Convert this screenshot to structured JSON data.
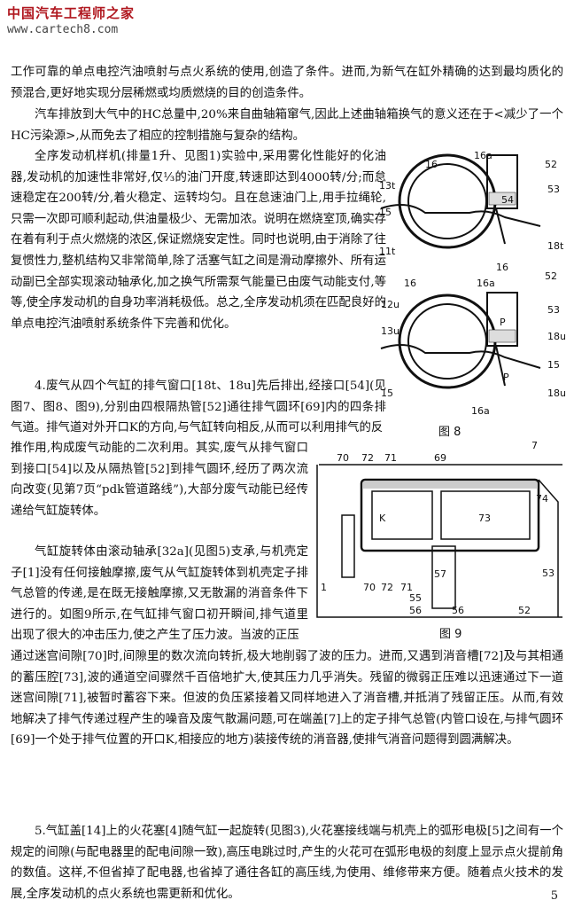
{
  "header": {
    "brand": "中国汽车工程师之家",
    "url": "www.cartech8.com"
  },
  "paragraphs": {
    "p0": "工作可靠的单点电控汽油喷射与点火系统的使用,创造了条件。进而,为新气在缸外精确的达到最均质化的预混合,更好地实现分层稀燃或均质燃烧的目的创造条件。",
    "p1": "汽车排放到大气中的HC总量中,20%来自曲轴箱窜气,因此上述曲轴箱换气的意义还在于<减少了一个HC污染源>,从而免去了相应的控制措施与复杂的结构。",
    "p2": "全序发动机样机(排量1升、见图1)实验中,采用雾化性能好的化油器,发动机的加速性非常好,仅⅓的油门开度,转速即达到4000转/分;而怠速稳定在200转/分,着火稳定、运转均匀。且在怠速油门上,用手拉绳轮,只需一次即可顺利起动,供油量极少、无需加浓。说明在燃烧室顶,确实存在着有利于点火燃烧的浓区,保证燃烧安定性。同时也说明,由于消除了往复惯性力,整机结构又非常简单,除了活塞气缸之间是滑动摩擦外、所有运动副已全部实现滚动轴承化,加之换气所需泵气能量已由废气动能支付,等等,使全序发动机的自身功率消耗极低。总之,全序发动机须在匹配良好的单点电控汽油喷射系统条件下完善和优化。",
    "p3": "4.废气从四个气缸的排气窗口[18t、18u]先后排出,经接口[54](见图7、图8、图9),分别由四根隔热管[52]通往排气圆环[69]内的四条排气道。排气道对外开口K的方向,与气缸转向相反,从而可以利用排气的反推作用,构成废气动能的二次利用。其实,废气从排气窗口到接口[54]以及从隔热管[52]到排气圆环,经历了两次流向改变(见第7页“pdk管道路线”),大部分废气动能已经传递给气缸旋转体。",
    "p4": "气缸旋转体由滚动轴承[32a](见图5)支承,与机壳定子[1]没有任何接触摩擦,废气从气缸旋转体到机壳定子排气总管的传递,是在既无接触摩擦,又无散漏的消音条件下进行的。如图9所示,在气缸排气窗口初开瞬间,排气道里出现了很大的冲击压力,使之产生了压力波。当波的正压通过迷宫间隙[70]时,间隙里的数次流向转折,极大地削弱了波的压力。进而,又遇到消音槽[72]及与其相通的蓄压腔[73],波的通道空间骤然千百倍地扩大,使其压力几乎消失。残留的微弱正压难以迅速通过下一道迷宫间隙[71],被暂时蓄容下来。但波的负压紧接着又同样地进入了消音槽,并抵消了残留正压。从而,有效地解决了排气传递过程产生的噪音及废气散漏问题,可在端盖[7]上的定子排气总管(内管口设在,与排气圆环[69]一个处于排气位置的开口K,相接应的地方)装接传统的消音器,使排气消音问题得到圆满解决。",
    "p5": "5.气缸盖[14]上的火花塞[4]随气缸一起旋转(见图3),火花塞接线端与机壳上的弧形电极[5]之间有一个规定的间隙(与配电器里的配电间隙一致),高压电跳过时,产生的火花可在弧形电极的刻度上显示点火提前角的数值。这样,不但省掉了配电器,也省掉了通往各缸的高压线,为使用、维修带来方便。随着点火技术的发展,全序发动机的点火系统也需更新和优化。"
  },
  "figures": {
    "fig8": {
      "caption": "图 8",
      "labels": {
        "l16a": "16a",
        "l16": "16",
        "l52": "52",
        "l13t": "13t",
        "l53": "53",
        "l54": "54",
        "l15": "15",
        "l18t": "18t",
        "l11t": "11t",
        "l16b": "16",
        "l16c": "16",
        "l16ab": "16a",
        "l52b": "52",
        "l12u": "12u",
        "l53b": "53",
        "l13u": "13u",
        "lP": "P",
        "lP2": "P",
        "l18u": "18u",
        "l15b": "15",
        "l15c": "15",
        "l18ub": "18u",
        "l16ac": "16a"
      }
    },
    "fig9": {
      "caption": "图 9",
      "labels": {
        "l7": "7",
        "l70": "70",
        "l72": "72",
        "l71": "71",
        "l69": "69",
        "l74": "74",
        "lK": "K",
        "l73": "73",
        "l1": "1",
        "l70b": "70",
        "l72b": "72",
        "l71b": "71",
        "l57": "57",
        "l55": "55",
        "l56": "56",
        "l56b": "56",
        "l52": "52",
        "l53": "53"
      }
    }
  },
  "page_number": "5"
}
